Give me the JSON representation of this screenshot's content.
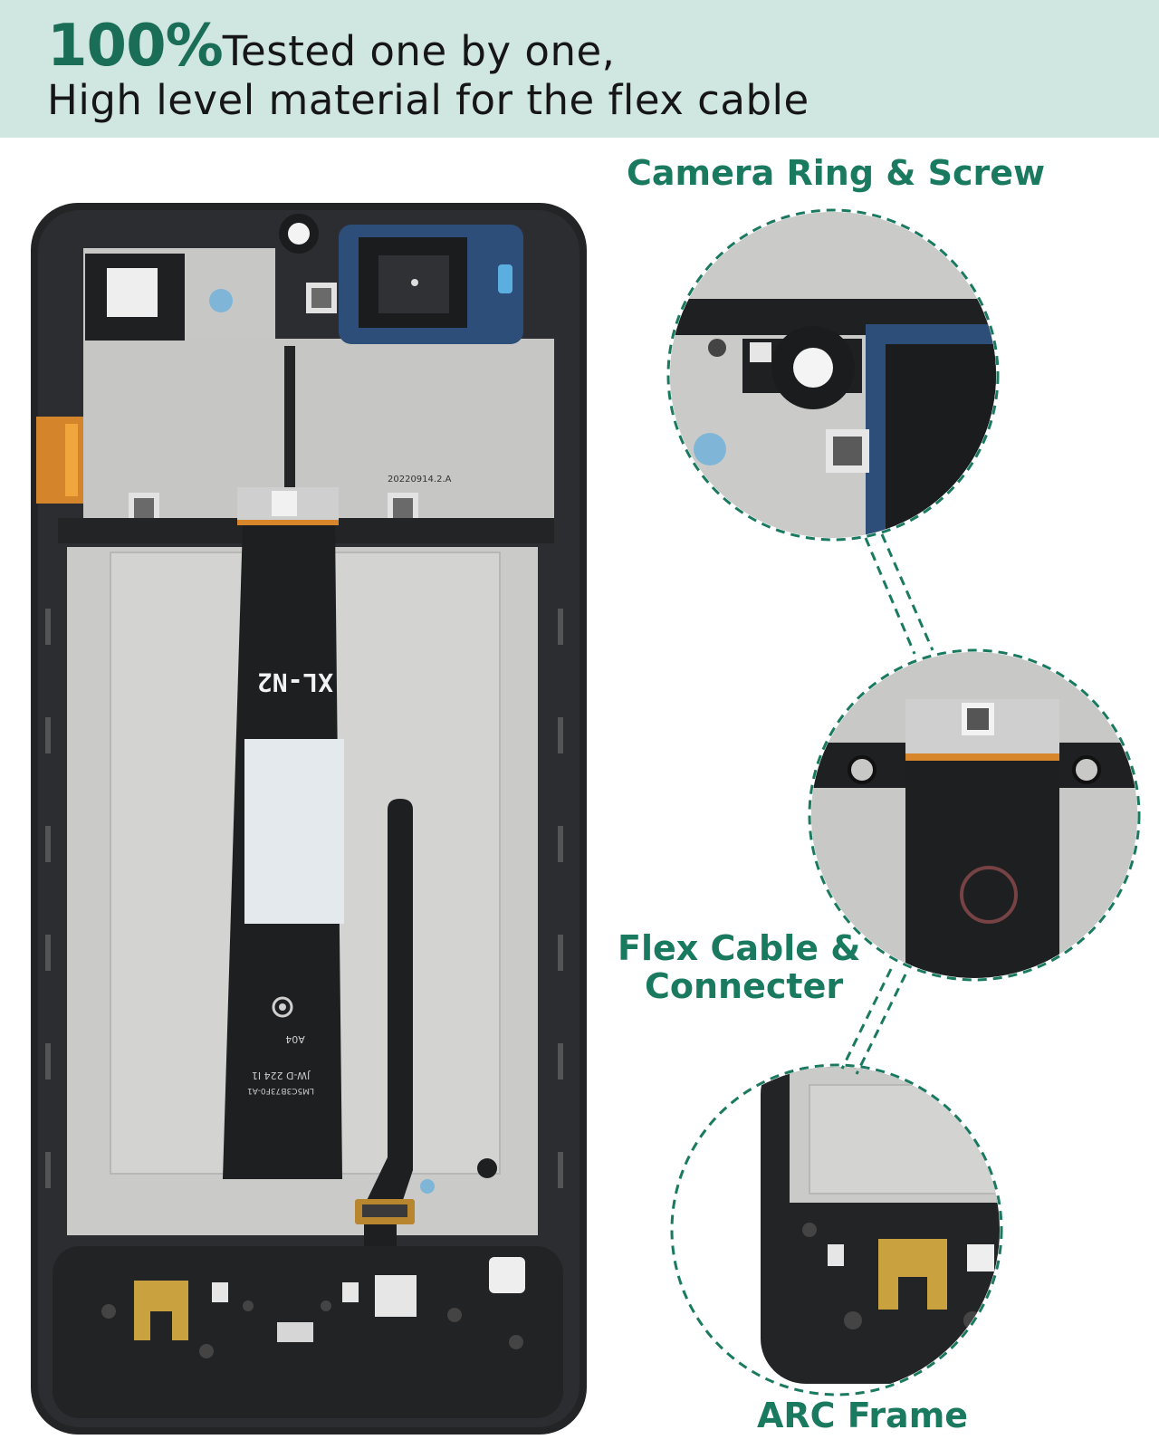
{
  "banner": {
    "highlight": "100%",
    "line1": "Tested one by one,",
    "line2": "High level material for the flex cable"
  },
  "callouts": {
    "camera": "Camera Ring & Screw",
    "flex_line1": "Flex Cable &",
    "flex_line2": "Connecter",
    "frame": "ARC Frame"
  },
  "phone": {
    "cable_label": "XL-N2",
    "board_code": "20220914.2.A",
    "cable_code_1": "A04",
    "cable_code_2": "JW-D 224 I1",
    "cable_code_3": "LM5C3B73F0-A1"
  },
  "colors": {
    "banner_bg": "#d0e6e1",
    "accent_green": "#1a7a60",
    "frame_black": "#232426",
    "shield_gray": "#c9c9c9"
  }
}
